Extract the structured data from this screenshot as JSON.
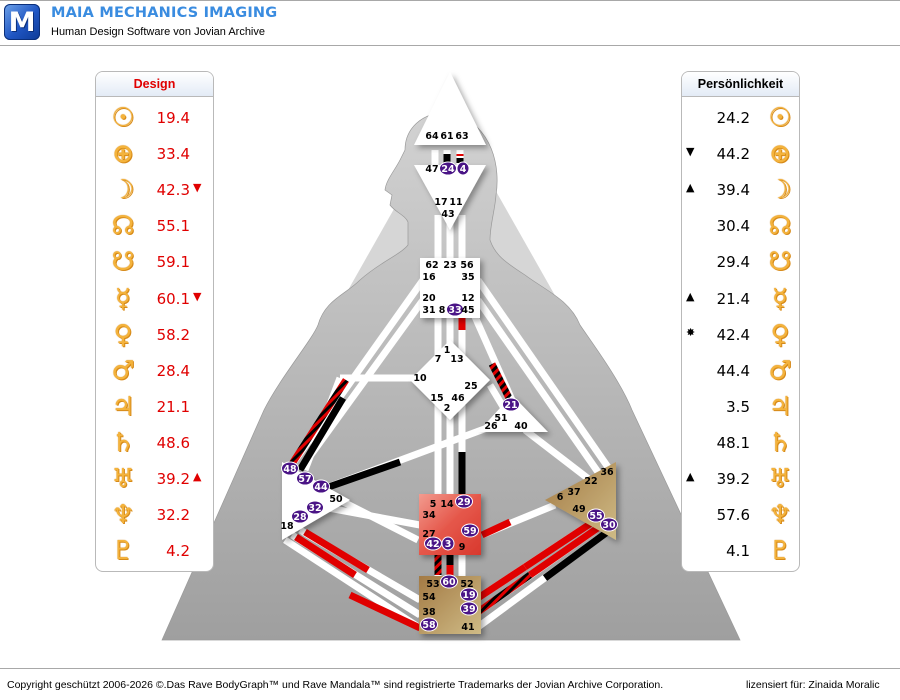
{
  "header": {
    "logo_letter": "M",
    "title": "MAIA MECHANICS IMAGING",
    "subtitle": "Human Design Software von Jovian Archive"
  },
  "colors": {
    "design_red": "#e00000",
    "personality_black": "#000000",
    "planet_gold": "#f4b33c",
    "active_gate_purple": "#4a1486",
    "sacral_red": "#e5574a",
    "root_brown": "#b08a55",
    "spleen_tan": "#b08a55"
  },
  "design_panel": {
    "title": "Design",
    "rows": [
      {
        "planet": "sun-icon",
        "glyph": "☉",
        "value": "19.4",
        "marker": ""
      },
      {
        "planet": "earth-icon",
        "glyph": "⊕",
        "value": "33.4",
        "marker": ""
      },
      {
        "planet": "moon-icon",
        "glyph": "☽",
        "value": "42.3",
        "marker": "▼"
      },
      {
        "planet": "north-node-icon",
        "glyph": "☊",
        "value": "55.1",
        "marker": ""
      },
      {
        "planet": "south-node-icon",
        "glyph": "☋",
        "value": "59.1",
        "marker": ""
      },
      {
        "planet": "mercury-icon",
        "glyph": "☿",
        "value": "60.1",
        "marker": "▼"
      },
      {
        "planet": "venus-icon",
        "glyph": "♀",
        "value": "58.2",
        "marker": ""
      },
      {
        "planet": "mars-icon",
        "glyph": "♂",
        "value": "28.4",
        "marker": ""
      },
      {
        "planet": "jupiter-icon",
        "glyph": "♃",
        "value": "21.1",
        "marker": ""
      },
      {
        "planet": "saturn-icon",
        "glyph": "♄",
        "value": "48.6",
        "marker": ""
      },
      {
        "planet": "uranus-icon",
        "glyph": "♅",
        "value": "39.2",
        "marker": "▲"
      },
      {
        "planet": "neptune-icon",
        "glyph": "♆",
        "value": "32.2",
        "marker": ""
      },
      {
        "planet": "pluto-icon",
        "glyph": "♇",
        "value": "4.2",
        "marker": ""
      }
    ]
  },
  "personality_panel": {
    "title": "Persönlichkeit",
    "rows": [
      {
        "planet": "sun-icon",
        "glyph": "☉",
        "value": "24.2",
        "marker": ""
      },
      {
        "planet": "earth-icon",
        "glyph": "⊕",
        "value": "44.2",
        "marker": "▼"
      },
      {
        "planet": "moon-icon",
        "glyph": "☽",
        "value": "39.4",
        "marker": "▲"
      },
      {
        "planet": "north-node-icon",
        "glyph": "☊",
        "value": "30.4",
        "marker": ""
      },
      {
        "planet": "south-node-icon",
        "glyph": "☋",
        "value": "29.4",
        "marker": ""
      },
      {
        "planet": "mercury-icon",
        "glyph": "☿",
        "value": "21.4",
        "marker": "▲"
      },
      {
        "planet": "venus-icon",
        "glyph": "♀",
        "value": "42.4",
        "marker": "✸"
      },
      {
        "planet": "mars-icon",
        "glyph": "♂",
        "value": "44.4",
        "marker": ""
      },
      {
        "planet": "jupiter-icon",
        "glyph": "♃",
        "value": "3.5",
        "marker": ""
      },
      {
        "planet": "saturn-icon",
        "glyph": "♄",
        "value": "48.1",
        "marker": ""
      },
      {
        "planet": "uranus-icon",
        "glyph": "♅",
        "value": "39.2",
        "marker": "▲"
      },
      {
        "planet": "neptune-icon",
        "glyph": "♆",
        "value": "57.6",
        "marker": ""
      },
      {
        "planet": "pluto-icon",
        "glyph": "♇",
        "value": "4.1",
        "marker": ""
      }
    ]
  },
  "bodygraph": {
    "gates": [
      {
        "n": "64",
        "active": false
      },
      {
        "n": "61",
        "active": false
      },
      {
        "n": "63",
        "active": false
      },
      {
        "n": "47",
        "active": false
      },
      {
        "n": "24",
        "active": true
      },
      {
        "n": "4",
        "active": true
      },
      {
        "n": "17",
        "active": false
      },
      {
        "n": "11",
        "active": false
      },
      {
        "n": "43",
        "active": false
      },
      {
        "n": "62",
        "active": false
      },
      {
        "n": "23",
        "active": false
      },
      {
        "n": "56",
        "active": false
      },
      {
        "n": "16",
        "active": false
      },
      {
        "n": "35",
        "active": false
      },
      {
        "n": "20",
        "active": false
      },
      {
        "n": "12",
        "active": false
      },
      {
        "n": "31",
        "active": false
      },
      {
        "n": "8",
        "active": false
      },
      {
        "n": "33",
        "active": true
      },
      {
        "n": "45",
        "active": false
      },
      {
        "n": "1",
        "active": false
      },
      {
        "n": "7",
        "active": false
      },
      {
        "n": "13",
        "active": false
      },
      {
        "n": "10",
        "active": false
      },
      {
        "n": "25",
        "active": false
      },
      {
        "n": "15",
        "active": false
      },
      {
        "n": "46",
        "active": false
      },
      {
        "n": "2",
        "active": false
      },
      {
        "n": "21",
        "active": true
      },
      {
        "n": "51",
        "active": false
      },
      {
        "n": "26",
        "active": false
      },
      {
        "n": "40",
        "active": false
      },
      {
        "n": "48",
        "active": true
      },
      {
        "n": "57",
        "active": true
      },
      {
        "n": "44",
        "active": true
      },
      {
        "n": "50",
        "active": false
      },
      {
        "n": "32",
        "active": true
      },
      {
        "n": "28",
        "active": true
      },
      {
        "n": "18",
        "active": false
      },
      {
        "n": "5",
        "active": false
      },
      {
        "n": "14",
        "active": false
      },
      {
        "n": "29",
        "active": true
      },
      {
        "n": "34",
        "active": false
      },
      {
        "n": "27",
        "active": false
      },
      {
        "n": "59",
        "active": true
      },
      {
        "n": "42",
        "active": true
      },
      {
        "n": "3",
        "active": true
      },
      {
        "n": "9",
        "active": false
      },
      {
        "n": "36",
        "active": false
      },
      {
        "n": "22",
        "active": false
      },
      {
        "n": "37",
        "active": false
      },
      {
        "n": "6",
        "active": false
      },
      {
        "n": "49",
        "active": false
      },
      {
        "n": "55",
        "active": true
      },
      {
        "n": "30",
        "active": true
      },
      {
        "n": "53",
        "active": false
      },
      {
        "n": "60",
        "active": true
      },
      {
        "n": "52",
        "active": false
      },
      {
        "n": "54",
        "active": false
      },
      {
        "n": "19",
        "active": true
      },
      {
        "n": "38",
        "active": false
      },
      {
        "n": "39",
        "active": true
      },
      {
        "n": "58",
        "active": true
      },
      {
        "n": "41",
        "active": false
      }
    ]
  },
  "footer": {
    "copyright": "Copyright geschützt 2006-2026 ©.Das Rave BodyGraph™ und Rave Mandala™ sind registrierte Trademarks der Jovian Archive Corporation.",
    "license": "lizensiert für: Zinaida Moralic"
  }
}
